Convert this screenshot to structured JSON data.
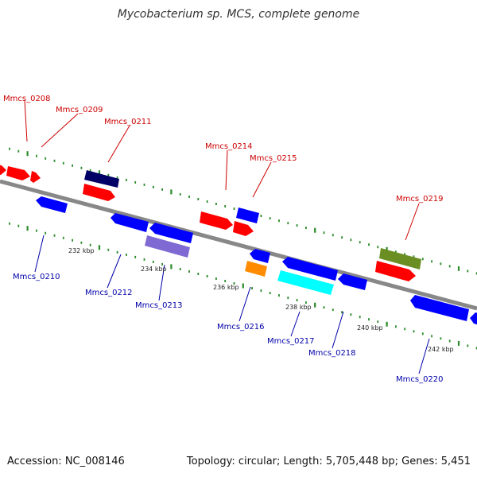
{
  "title": "Mycobacterium sp. MCS, complete genome",
  "footer": {
    "accession": "Accession: NC_008146",
    "info": "Topology: circular; Length: 5,705,448 bp; Genes: 5,451"
  },
  "colors": {
    "backbone": "#888888",
    "tick": "#2a8a2a",
    "forward_label": "#cc0000",
    "reverse_label": "#0000aa",
    "red": "#ff0000",
    "blue": "#0000ff",
    "navy": "#000066",
    "slate": "#7f6ad3",
    "orange": "#ff8c00",
    "cyan": "#00ffff",
    "olive": "#6b8e23"
  },
  "scale_labels": [
    "232 kbp",
    "234 kbp",
    "236 kbp",
    "238 kbp",
    "240 kbp",
    "242 kbp"
  ],
  "gene_labels": {
    "Mmcs_0208": "Mmcs_0208",
    "Mmcs_0209": "Mmcs_0209",
    "Mmcs_0210": "Mmcs_0210",
    "Mmcs_0211": "Mmcs_0211",
    "Mmcs_0212": "Mmcs_0212",
    "Mmcs_0213": "Mmcs_0213",
    "Mmcs_0214": "Mmcs_0214",
    "Mmcs_0215": "Mmcs_0215",
    "Mmcs_0216": "Mmcs_0216",
    "Mmcs_0217": "Mmcs_0217",
    "Mmcs_0218": "Mmcs_0218",
    "Mmcs_0219": "Mmcs_0219",
    "Mmcs_0220": "Mmcs_0220"
  }
}
